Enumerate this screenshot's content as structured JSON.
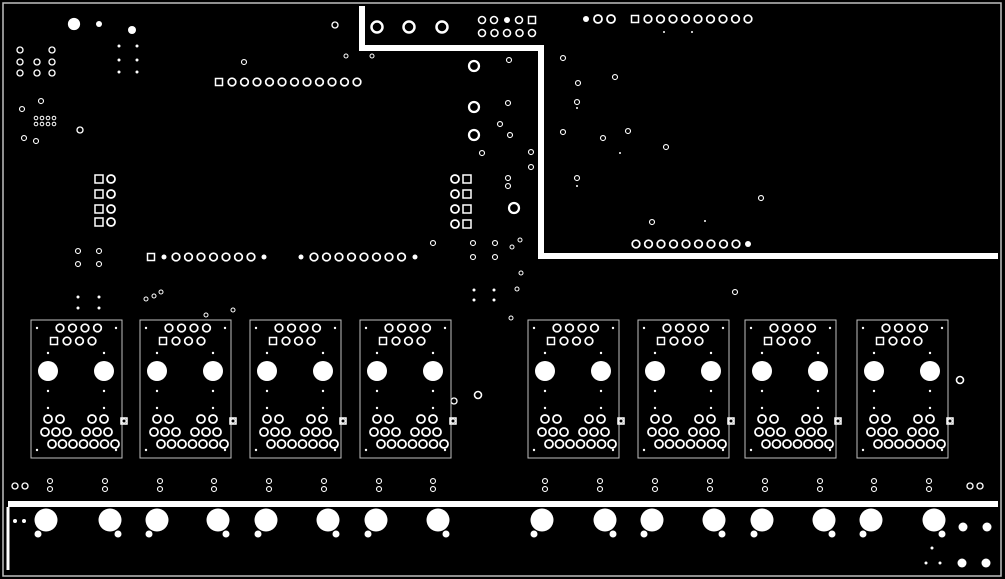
{
  "board": {
    "background": "#000000",
    "copper_color": "#ffffff",
    "outline_color": "#bfbfbf",
    "module_count": 8,
    "left_modules": 4,
    "right_modules": 4
  }
}
